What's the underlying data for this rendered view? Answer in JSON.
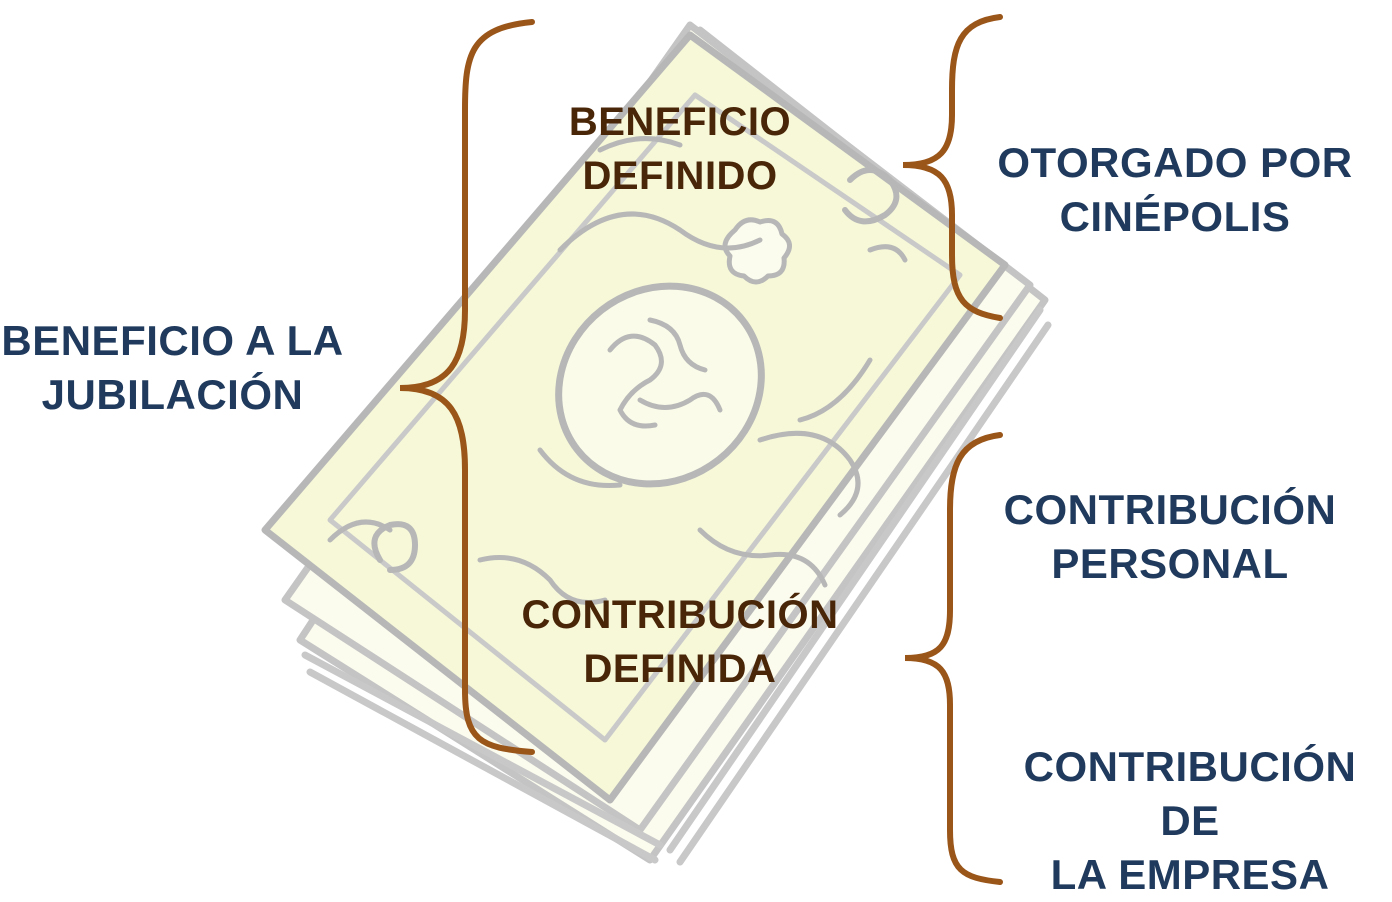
{
  "colors": {
    "brace": "#9a5519",
    "root_text": "#1f3a5c",
    "mid_text": "#4a2608",
    "leaf_text": "#1f3a5c",
    "bill_fill": "#f6f8d8",
    "bill_stroke": "#b9b9b9"
  },
  "background": {
    "icon": "money-stack-illustration"
  },
  "root": {
    "lines": [
      "BENEFICIO A LA",
      "JUBILACIÓN"
    ]
  },
  "branches": [
    {
      "lines": [
        "BENEFICIO",
        "DEFINIDO"
      ],
      "children": [
        {
          "lines": [
            "OTORGADO POR",
            "CINÉPOLIS"
          ]
        }
      ]
    },
    {
      "lines": [
        "CONTRIBUCIÓN",
        "DEFINIDA"
      ],
      "children": [
        {
          "lines": [
            "CONTRIBUCIÓN",
            "PERSONAL"
          ]
        },
        {
          "lines": [
            "CONTRIBUCIÓN DE",
            "LA EMPRESA"
          ]
        }
      ]
    }
  ]
}
